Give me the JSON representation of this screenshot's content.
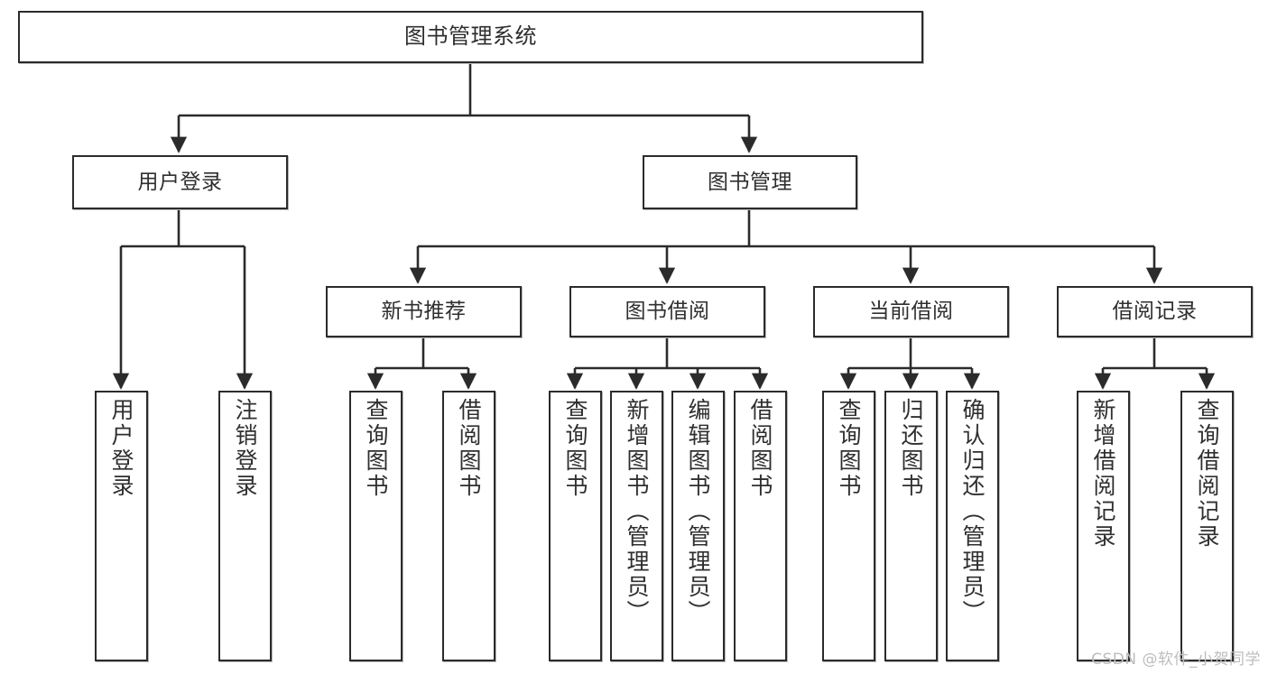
{
  "diagram": {
    "title": "图书管理系统",
    "type": "tree-hierarchy-chart",
    "orientation": "top-down",
    "colors": {
      "box_border": "#2b2b2b",
      "box_fill": "#ffffff",
      "connector": "#2b2b2b",
      "text": "#2f2f2f",
      "watermark": "#bdbdbd"
    },
    "root": {
      "label": "图书管理系统"
    },
    "level2": [
      {
        "id": "user-login",
        "label": "用户登录"
      },
      {
        "id": "book-management",
        "label": "图书管理"
      }
    ],
    "level3": [
      {
        "id": "new-book-recommend",
        "label": "新书推荐"
      },
      {
        "id": "book-borrow",
        "label": "图书借阅"
      },
      {
        "id": "current-borrow",
        "label": "当前借阅"
      },
      {
        "id": "borrow-record",
        "label": "借阅记录"
      }
    ],
    "leaves": [
      {
        "id": "leaf-user-login",
        "label": "用户登录",
        "parent": "user-login"
      },
      {
        "id": "leaf-logout-login",
        "label": "注销登录",
        "parent": "user-login"
      },
      {
        "id": "leaf-query-book-1",
        "label": "查询图书",
        "parent": "new-book-recommend"
      },
      {
        "id": "leaf-borrow-book-1",
        "label": "借阅图书",
        "parent": "new-book-recommend"
      },
      {
        "id": "leaf-query-book-2",
        "label": "查询图书",
        "parent": "book-borrow"
      },
      {
        "id": "leaf-add-book-admin",
        "label": "新增图书（管理员）",
        "parent": "book-borrow"
      },
      {
        "id": "leaf-edit-book-admin",
        "label": "编辑图书（管理员）",
        "parent": "book-borrow"
      },
      {
        "id": "leaf-borrow-book-2",
        "label": "借阅图书",
        "parent": "book-borrow"
      },
      {
        "id": "leaf-query-book-3",
        "label": "查询图书",
        "parent": "current-borrow"
      },
      {
        "id": "leaf-return-book",
        "label": "归还图书",
        "parent": "current-borrow"
      },
      {
        "id": "leaf-confirm-return-admin",
        "label": "确认归还（管理员）",
        "parent": "current-borrow"
      },
      {
        "id": "leaf-add-borrow-record",
        "label": "新增借阅记录",
        "parent": "borrow-record"
      },
      {
        "id": "leaf-query-borrow-record",
        "label": "查询借阅记录",
        "parent": "borrow-record"
      }
    ],
    "watermark": "CSDN @软件_小贺同学"
  }
}
